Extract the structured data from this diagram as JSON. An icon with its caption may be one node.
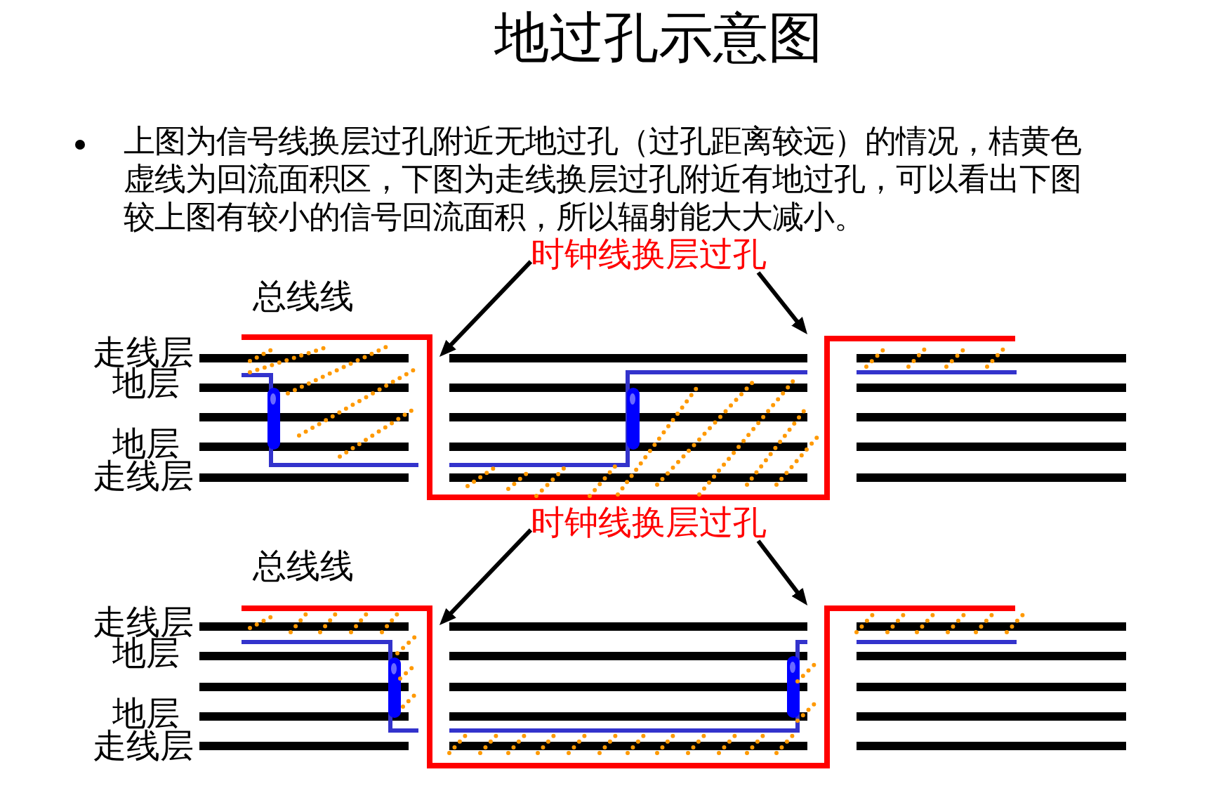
{
  "diagram": {
    "title": "地过孔示意图",
    "nodes": [
      {
        "text": [
          "时钟线换层过孔"
        ]
      },
      {
        "text": [
          "时钟线换层过孔"
        ]
      }
    ],
    "edges": [
      {
        "from": 0,
        "to": null,
        "arrow": "to"
      },
      {
        "from": 0,
        "to": null,
        "arrow": "to"
      },
      {
        "from": 1,
        "to": null,
        "arrow": "to"
      },
      {
        "from": 1,
        "to": null,
        "arrow": "to"
      }
    ],
    "labels": [
      "上图为信号线换层过孔附近无地过孔（过孔距离较远）的情况，桔黄色虚线为回流面积区，下图为走线换层过孔附近有地过孔，可以看出下图较上图有较小的信号回流面积，所以辐射能大大减小。",
      "总线线",
      "走线层",
      "地层",
      "地层",
      "走线层",
      "总线线",
      "走线层",
      "地层",
      "地层",
      "走线层"
    ]
  }
}
